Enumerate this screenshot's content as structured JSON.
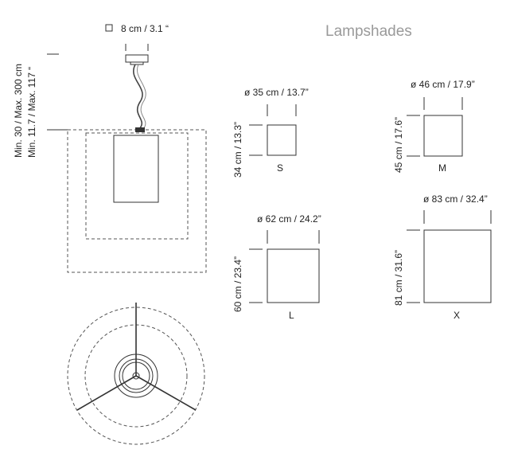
{
  "title": "Lampshades",
  "canopy": {
    "label": "8 cm / 3.1 “"
  },
  "suspension": {
    "line1": "Min. 30 / Max. 300 cm",
    "line2": "Min. 11.7 / Max. 117 “"
  },
  "shades": [
    {
      "id": "S",
      "name": "S",
      "diameter": "ø 35 cm / 13.7”",
      "height": "34 cm / 13.3”"
    },
    {
      "id": "M",
      "name": "M",
      "diameter": "ø 46 cm / 17.9”",
      "height": "45 cm / 17.6”"
    },
    {
      "id": "L",
      "name": "L",
      "diameter": "ø 62 cm / 24.2”",
      "height": "60 cm / 23.4”"
    },
    {
      "id": "X",
      "name": "X",
      "diameter": "ø 83 cm / 32.4”",
      "height": "81 cm / 31.6”"
    }
  ]
}
